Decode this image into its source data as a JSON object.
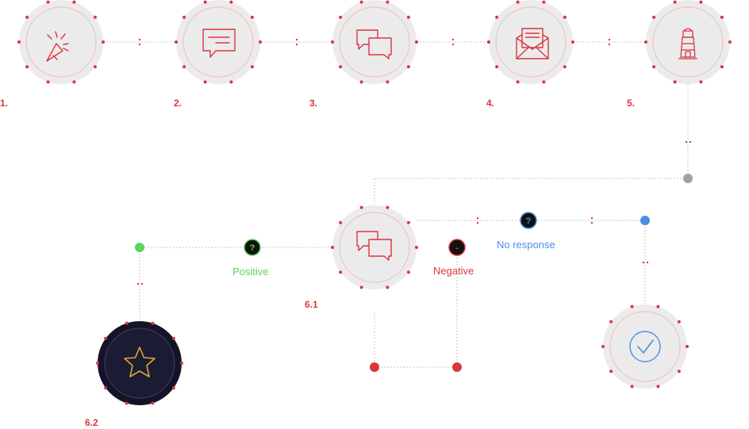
{
  "steps": [
    {
      "label": "1.",
      "icon": "cursor-click-icon"
    },
    {
      "label": "2.",
      "icon": "message-icon"
    },
    {
      "label": "3.",
      "icon": "chat-bubbles-icon"
    },
    {
      "label": "4.",
      "icon": "envelope-icon"
    },
    {
      "label": "5.",
      "icon": "lighthouse-icon"
    }
  ],
  "branch": {
    "main_label": "6.1",
    "main_icon": "chat-bubbles-icon",
    "positive": {
      "text": "Positive",
      "badge": "?",
      "color": "#5ad45a"
    },
    "negative": {
      "text": "Negative",
      "badge": "-",
      "color": "#d9363e"
    },
    "no_response": {
      "text": "No response",
      "badge": "?",
      "color": "#4a8fe0"
    },
    "star_label": "6.2",
    "star_icon": "star-icon",
    "check_icon": "check-circle-icon"
  },
  "colors": {
    "accent": "#d9363e",
    "node_fill": "#ebebeb",
    "dark_node": "#14132a",
    "star": "#e0a82e",
    "green": "#5ad45a",
    "blue": "#4a8fe0",
    "grey": "#a09fae"
  }
}
